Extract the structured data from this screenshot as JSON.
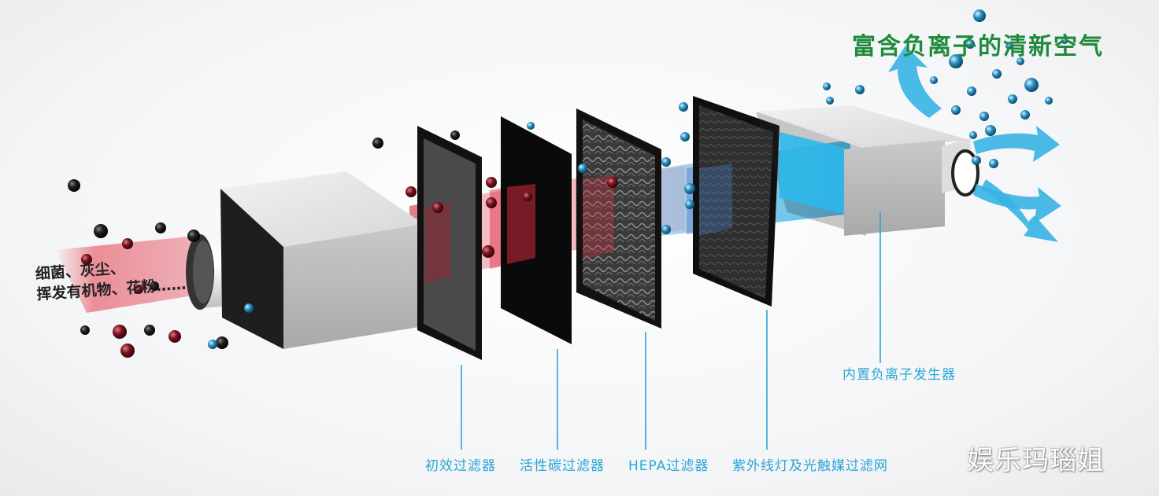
{
  "title": "富含负离子的清新空气",
  "intake_text": {
    "line1": "细菌、灰尘、",
    "line2": "挥发有机物、花粉……"
  },
  "components": [
    {
      "label": "初效过滤器"
    },
    {
      "label": "活性碳过滤器"
    },
    {
      "label": "HEPA过滤器"
    },
    {
      "label": "紫外线灯及光触媒过滤网"
    },
    {
      "label": "内置负离子发生器"
    }
  ],
  "watermark": "娱乐玛瑙姐",
  "colors": {
    "title_green": "#1f8a3c",
    "label_blue": "#2aa6d6",
    "dirty_air_red": "#e23a4a",
    "clean_air_blue": "#2eb8ea"
  }
}
